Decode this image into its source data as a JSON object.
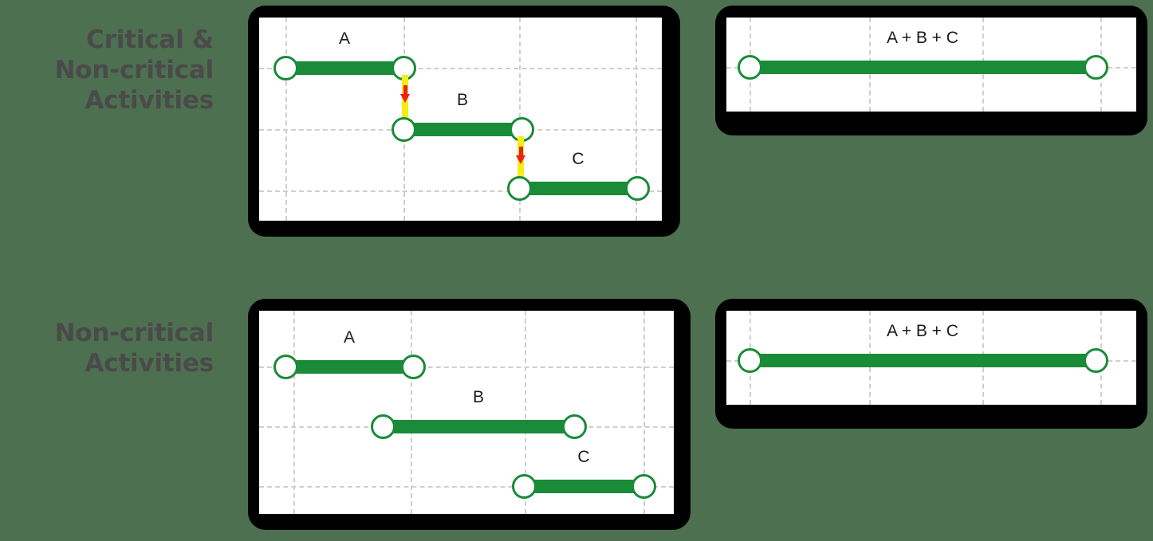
{
  "background_color": "#4d7050",
  "colors": {
    "bar_green": "#1a8b38",
    "node_fill": "#ffffff",
    "connector_stem": "#f5ed16",
    "connector_arrow": "#ec2024",
    "gridline": "#cfcfcf",
    "panel_frame": "#000000",
    "panel_fill": "#ffffff",
    "label_text": "#4a4a4a",
    "bar_label_text": "#1b1b1b"
  },
  "rows": [
    {
      "id": "critical",
      "label_lines": [
        "Critical &",
        "Non-critical",
        "Activities"
      ],
      "label_text": "Critical & Non-critical Activities",
      "left_panel": {
        "name": "staggered-sequence-chart",
        "activities": [
          {
            "label": "A",
            "start": 0,
            "end": 148
          },
          {
            "label": "B",
            "start": 148,
            "end": 296
          },
          {
            "label": "C",
            "start": 296,
            "end": 444
          }
        ],
        "connectors": [
          {
            "from": "A",
            "to": "B",
            "type": "finish-to-start"
          },
          {
            "from": "B",
            "to": "C",
            "type": "finish-to-start"
          }
        ]
      },
      "right_panel": {
        "name": "total-duration-chart",
        "activities": [
          {
            "label": "A + B + C",
            "start": 0,
            "end": 434
          }
        ],
        "connectors": []
      }
    },
    {
      "id": "non-critical",
      "label_lines": [
        "Non-critical",
        "Activities"
      ],
      "label_text": "Non-critical Activities",
      "left_panel": {
        "name": "overlapping-sequence-chart",
        "activities": [
          {
            "label": "A",
            "start": 0,
            "end": 160
          },
          {
            "label": "B",
            "start": 122,
            "end": 362
          },
          {
            "label": "C",
            "start": 299,
            "end": 449
          }
        ],
        "connectors": []
      },
      "right_panel": {
        "name": "total-duration-chart",
        "activities": [
          {
            "label": "A + B + C",
            "start": 0,
            "end": 434
          }
        ],
        "connectors": []
      }
    }
  ],
  "chart_data": {
    "type": "bar",
    "title": "Critical & Non-critical Activities vs Non-critical Activities",
    "xlabel": "",
    "ylabel": "",
    "grid": true,
    "legend": "none",
    "panels": [
      {
        "panel": "critical-detail",
        "position": "top-left",
        "categories": [
          "A",
          "B",
          "C"
        ],
        "bars": [
          {
            "label": "A",
            "start": 0,
            "finish": 148,
            "duration": 148,
            "lane": 1
          },
          {
            "label": "B",
            "start": 148,
            "finish": 296,
            "duration": 148,
            "lane": 2
          },
          {
            "label": "C",
            "start": 296,
            "finish": 444,
            "duration": 148,
            "lane": 3
          }
        ],
        "dependency_arrows": [
          {
            "from": "A",
            "to": "B"
          },
          {
            "from": "B",
            "to": "C"
          }
        ]
      },
      {
        "panel": "critical-total",
        "position": "top-right",
        "categories": [
          "A + B + C"
        ],
        "bars": [
          {
            "label": "A + B + C",
            "start": 0,
            "finish": 434,
            "duration": 434,
            "lane": 1
          }
        ],
        "dependency_arrows": []
      },
      {
        "panel": "noncritical-detail",
        "position": "bottom-left",
        "categories": [
          "A",
          "B",
          "C"
        ],
        "bars": [
          {
            "label": "A",
            "start": 0,
            "finish": 160,
            "duration": 160,
            "lane": 1
          },
          {
            "label": "B",
            "start": 122,
            "finish": 362,
            "duration": 240,
            "lane": 2
          },
          {
            "label": "C",
            "start": 299,
            "finish": 449,
            "duration": 150,
            "lane": 3
          }
        ],
        "dependency_arrows": []
      },
      {
        "panel": "noncritical-total",
        "position": "bottom-right",
        "categories": [
          "A + B + C"
        ],
        "bars": [
          {
            "label": "A + B + C",
            "start": 0,
            "finish": 434,
            "duration": 434,
            "lane": 1
          }
        ],
        "dependency_arrows": []
      }
    ]
  }
}
